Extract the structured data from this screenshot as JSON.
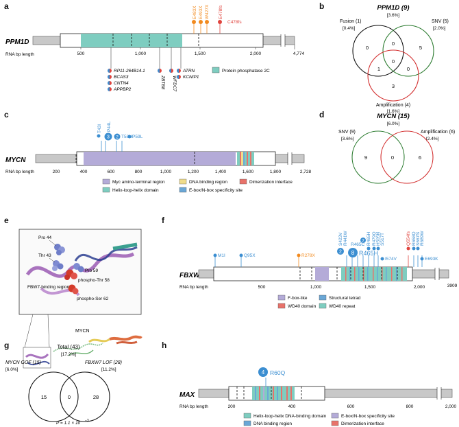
{
  "labels": {
    "a": "a",
    "b": "b",
    "c": "c",
    "d": "d",
    "e": "e",
    "f": "f",
    "g": "g",
    "h": "h"
  },
  "rna_axis_label": "RNA bp length",
  "ppm1d": {
    "gene": "PPM1D",
    "ticks": [
      "500",
      "1,000",
      "1,500",
      "2,000",
      "4,774"
    ],
    "mutations_top": [
      "E483X",
      "E493X",
      "W427X",
      "E478fs",
      "C478fs"
    ],
    "mutation_colors": {
      "orange": "#f28a1e",
      "red": "#e0443e",
      "blue": "#3b8ed1"
    },
    "fusions_left": [
      "RP11-264B14.1",
      "BCAS3",
      "CNTN4",
      "APPBP2"
    ],
    "fusions_mid": [
      "ZBTB8",
      "WFDC7"
    ],
    "fusions_right": [
      "ATRN",
      "KCNIP1"
    ],
    "domain_legend": "Protein phosphatase 2C",
    "domain_color": "#7ecdc0"
  },
  "venn_b": {
    "title": "PPM1D (9)",
    "title_pct": "[3.6%]",
    "fusion": "Fusion (1)",
    "fusion_pct": "[0.4%]",
    "snv": "SNV (5)",
    "snv_pct": "[2.0%]",
    "amp": "Amplification (4)",
    "amp_pct": "[1.6%]",
    "counts": {
      "fusion_only": "0",
      "snv_only": "5",
      "fusion_snv": "0",
      "center": "0",
      "fusion_amp": "1",
      "snv_amp": "0",
      "amp_only": "3"
    }
  },
  "mycn": {
    "gene": "MYCN",
    "ticks": [
      "200",
      "400",
      "600",
      "800",
      "1,000",
      "1,200",
      "1,400",
      "1,600",
      "1,800",
      "2,728"
    ],
    "mutations": [
      "T43I",
      "P44L",
      "T58M",
      "P59L"
    ],
    "bubble_counts": [
      "3",
      "2"
    ],
    "legend": [
      "Myc amino-terminal region",
      "DNA binding region",
      "Dimerization interface",
      "Helix-loop-helix domain",
      "E-box/N-box specificity site"
    ],
    "colors": {
      "myc": "#b4abd8",
      "dna": "#f0dc8a",
      "dimer": "#e8726a",
      "hlh": "#7ecdc0",
      "ebox": "#6aa7d6"
    }
  },
  "venn_d": {
    "title": "MYCN (15)",
    "title_pct": "[6.0%]",
    "snv": "SNV (9)",
    "snv_pct": "[3.6%]",
    "amp": "Amplification (6)",
    "amp_pct": "[2.4%]",
    "counts": {
      "snv_only": "9",
      "both": "0",
      "amp_only": "6"
    }
  },
  "structure_e": {
    "labels": [
      "Pro 44",
      "Thr 43",
      "Pro 59",
      "phospho-Thr 58",
      "FBW7-binding region",
      "phospho-Ser 62",
      "MYCN"
    ]
  },
  "fbxw7": {
    "gene": "FBXW7",
    "ticks": [
      "500",
      "1,000",
      "1,500",
      "2,000",
      "3909"
    ],
    "mutations": [
      "M1I",
      "Q95X",
      "R278X",
      "S423V",
      "R441W",
      "R465C",
      "R465H",
      "R479Q",
      "H505N",
      "S517T",
      "I574V",
      "Q554fs",
      "R658Q",
      "S667fs",
      "R689W",
      "E693K"
    ],
    "bubble_counts": [
      "2",
      "8",
      "2"
    ],
    "big_label": "R465H",
    "legend": [
      "F-box-like",
      "WD40 domain",
      "Structural tetrad",
      "WD40 repeat"
    ],
    "colors": {
      "fbox": "#b4abd8",
      "wd40": "#e8726a",
      "tetrad": "#6aa7d6",
      "repeat": "#7ecdc0"
    }
  },
  "venn_g": {
    "title": "Total (43)",
    "title_pct": "[17.2%]",
    "left": "MYCN GOF (15)",
    "left_pct": "[6.0%]",
    "right": "FBXW7 LOF (28)",
    "right_pct": "[11.2%]",
    "counts": {
      "left": "15",
      "both": "0",
      "right": "28"
    },
    "pvalue": "P = 1.1 × 10"
  },
  "max": {
    "gene": "MAX",
    "ticks": [
      "200",
      "400",
      "600",
      "800",
      "2,000"
    ],
    "mutation": "R60Q",
    "bubble_count": "4",
    "legend": [
      "Helix-loop-helix DNA-binding domain",
      "E-box/N-box specificity site",
      "DNA binding region",
      "Dimerization interface"
    ],
    "colors": {
      "hlh": "#7ecdc0",
      "ebox": "#b4abd8",
      "dna": "#6aa7d6",
      "dimer": "#e8726a"
    }
  }
}
